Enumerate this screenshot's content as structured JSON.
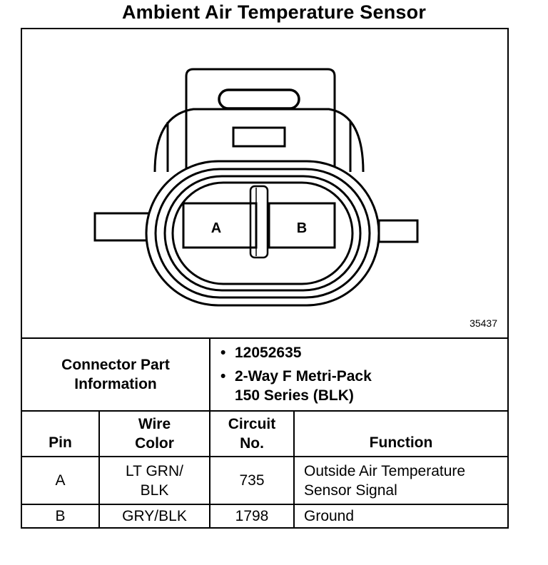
{
  "title": "Ambient Air Temperature Sensor",
  "diagram": {
    "pin_a_label": "A",
    "pin_b_label": "B",
    "figure_number": "35437"
  },
  "connector_info": {
    "label_line1": "Connector Part",
    "label_line2": "Information",
    "bullet_symbol": "•",
    "bullets": [
      {
        "lines": [
          "12052635"
        ]
      },
      {
        "lines": [
          "2-Way F Metri-Pack",
          "150 Series (BLK)"
        ]
      }
    ]
  },
  "table": {
    "headers": {
      "pin": [
        "Pin"
      ],
      "wire_color": [
        "Wire",
        "Color"
      ],
      "circuit": [
        "Circuit",
        "No."
      ],
      "function": [
        "Function"
      ]
    },
    "rows": [
      {
        "pin": "A",
        "wire_color": [
          "LT GRN/",
          "BLK"
        ],
        "circuit": "735",
        "function": [
          "Outside Air Temperature",
          "Sensor Signal"
        ]
      },
      {
        "pin": "B",
        "wire_color": [
          "GRY/BLK"
        ],
        "circuit": "1798",
        "function": [
          "Ground"
        ]
      }
    ]
  }
}
